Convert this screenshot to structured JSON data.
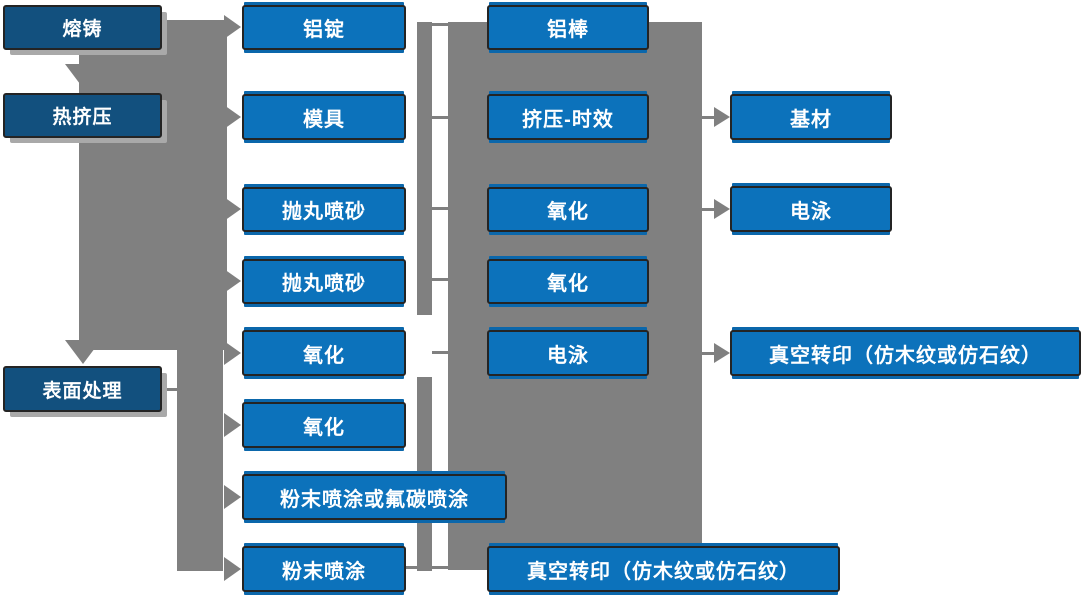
{
  "colors": {
    "dark_box": "#12507e",
    "box": "#0c72bb",
    "box_shadow": "#0b67ab",
    "connector": "#808080",
    "box_border": "#242424",
    "text": "#ffffff"
  },
  "stages": [
    "熔铸",
    "热挤压",
    "表面处理"
  ],
  "process_column": [
    "铝锭",
    "模具",
    "抛丸喷砂",
    "抛丸喷砂",
    "氧化",
    "氧化",
    "粉末喷涂或氟碳喷涂",
    "粉末喷涂"
  ],
  "treatment_column": [
    "铝棒",
    "挤压-时效",
    "氧化",
    "氧化",
    "电泳",
    "真空转印（仿木纹或仿石纹）"
  ],
  "output_column": [
    "基材",
    "电泳",
    "真空转印（仿木纹或仿石纹）"
  ]
}
